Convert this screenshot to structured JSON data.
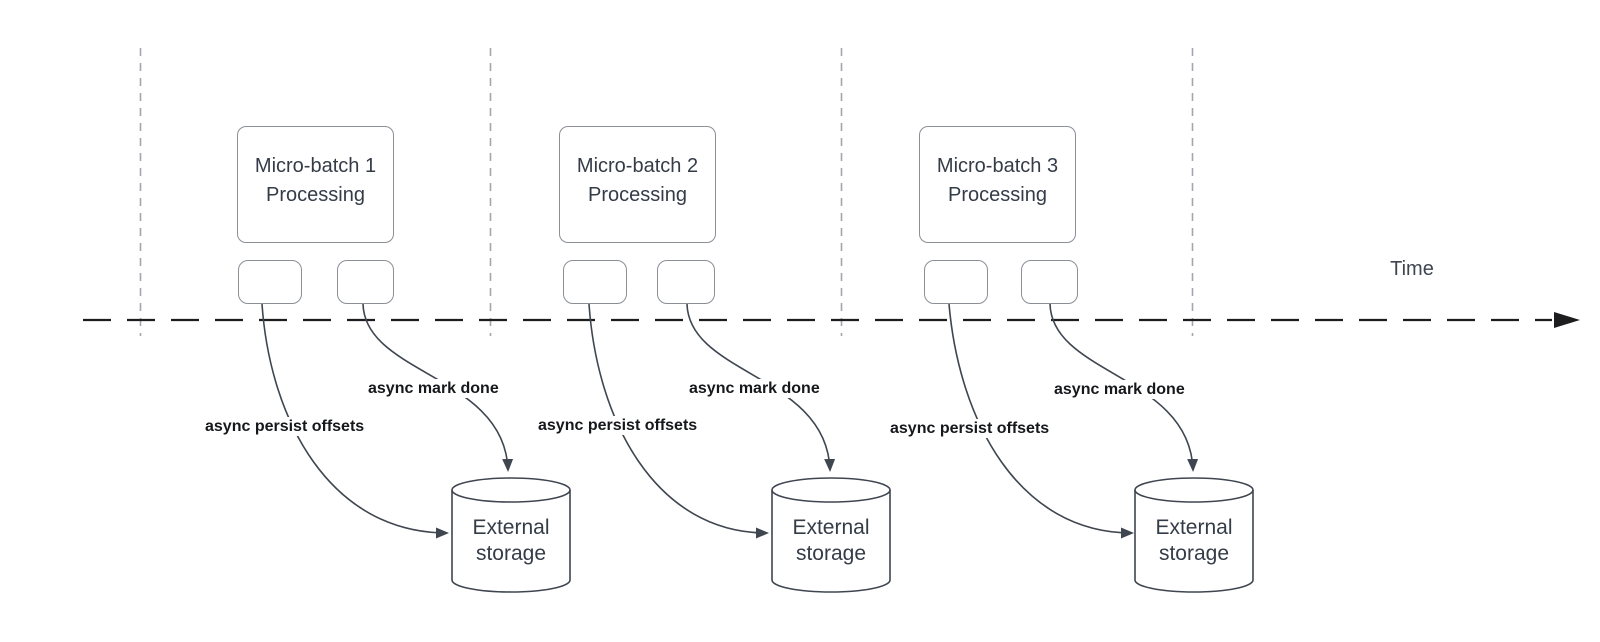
{
  "diagram": {
    "timeline": {
      "label": "Time"
    },
    "groups": [
      {
        "batch_title": "Micro-batch 1 Processing",
        "persist_label": "async persist offsets",
        "done_label": "async mark done",
        "storage_label": "External storage"
      },
      {
        "batch_title": "Micro-batch 2 Processing",
        "persist_label": "async persist offsets",
        "done_label": "async mark done",
        "storage_label": "External storage"
      },
      {
        "batch_title": "Micro-batch 3 Processing",
        "persist_label": "async persist offsets",
        "done_label": "async mark done",
        "storage_label": "External storage"
      }
    ],
    "colors": {
      "connector": "#3f4650",
      "shape_border": "#8b8f96",
      "separator": "#a3a6aa",
      "timeline": "#1d1d1f",
      "shape_text": "#343c48",
      "label_text": "#16181c",
      "background": "#ffffff"
    }
  }
}
